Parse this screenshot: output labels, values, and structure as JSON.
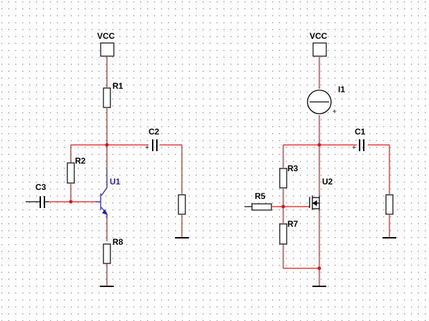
{
  "schematic": {
    "colors": {
      "background": "#ffffff",
      "grid_dot": "#8a8a8a",
      "wire": "#e01010",
      "component": "#000000",
      "selected": "#1f1fd0"
    },
    "labels": {
      "vcc_left": "VCC",
      "vcc_right": "VCC",
      "r1": "R1",
      "r2": "R2",
      "r3": "R3",
      "r5": "R5",
      "r7": "R7",
      "r8": "R8",
      "c1": "C1",
      "c2": "C2",
      "c3": "C3",
      "u1": "U1",
      "u2": "U2",
      "i1": "I1",
      "plus_c2": "+",
      "plus_c1": "+",
      "plus_i1": "+"
    }
  }
}
